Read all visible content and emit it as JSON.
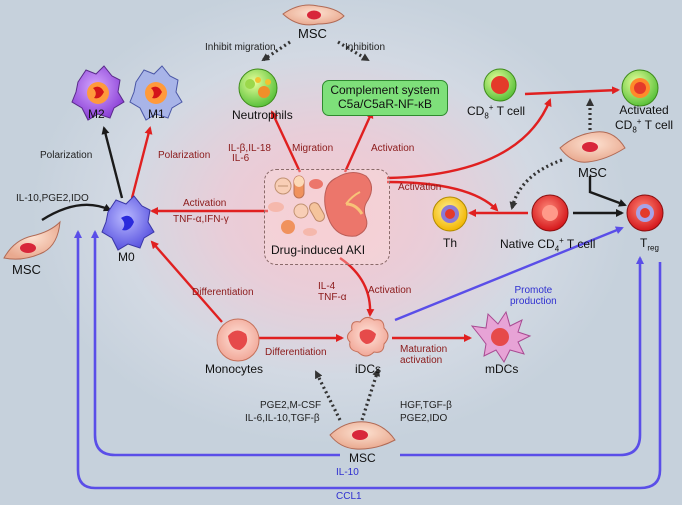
{
  "labels": {
    "msc_top": "MSC",
    "inhibit_migration": "Inhibit migration",
    "inhibition": "Inhibition",
    "neutrophils": "Neutrophils",
    "complement_line1": "Complement system",
    "complement_line2": "C5a/C5aR-NF-κB",
    "m2": "M2",
    "m1": "M1",
    "polarization_left": "Polarization",
    "polarization_red": "Polarization",
    "il1b": "IL-β,IL-18",
    "il6": "IL-6",
    "migration": "Migration",
    "activation_complement": "Activation",
    "cd8": "CD",
    "cd8_sub": "8",
    "cd8_sup": "+",
    "cd8_tail": " T cell",
    "activated_cd8_line1": "Activated",
    "activated_cd8_line2a": "CD",
    "activated_cd8_sub": "8",
    "activated_cd8_sup": "+",
    "activated_cd8_tail": " T cell",
    "msc_right": "MSC",
    "il10_pge2": "IL-10,PGE2,IDO",
    "msc_left": "MSC",
    "activation_m0": "Activation",
    "tnf_ifn": "TNF-α,IFN-γ",
    "activation_t": "Activation",
    "m0": "M0",
    "aki": "Drug-induced AKI",
    "th": "Th",
    "native_cd4": "Native CD",
    "native_cd4_sub": "4",
    "native_cd4_sup": "+",
    "native_cd4_tail": " T cell",
    "treg": "T",
    "treg_sub": "reg",
    "il4": "IL-4",
    "tnfa": "TNF-α",
    "activation_idc": "Activation",
    "promote_line1": "Promote",
    "promote_line2": "production",
    "differentiation_m0": "Differentiation",
    "monocytes": "Monocytes",
    "differentiation_idc": "Differentiation",
    "idcs": "iDCs",
    "maturation": "Maturation",
    "activation_mdc": "activation",
    "mdcs": "mDCs",
    "pge2_mcsf": "PGE2,M-CSF",
    "il6_il10": "IL-6,IL-10,TGF-β",
    "hgf_tgf": "HGF,TGF-β",
    "pge2_ido": "PGE2,IDO",
    "msc_bottom": "MSC",
    "il10_bottom": "IL-10",
    "ccl1": "CCL1"
  },
  "colors": {
    "red_arrow": "#e02020",
    "blue_arrow": "#5a4ee8",
    "black_arrow": "#1a1a1a",
    "dotted_arrow": "#333333",
    "red_label": "#8b1a1a",
    "blue_label": "#2f2fd0",
    "complement_fill": "#7ee07a"
  },
  "icons": [
    "msc-cell-icon",
    "neutrophil-cell-icon",
    "macrophage-cell-icon",
    "t-cell-icon",
    "monocyte-cell-icon",
    "dendritic-cell-icon",
    "kidney-icon",
    "pill-icon"
  ]
}
